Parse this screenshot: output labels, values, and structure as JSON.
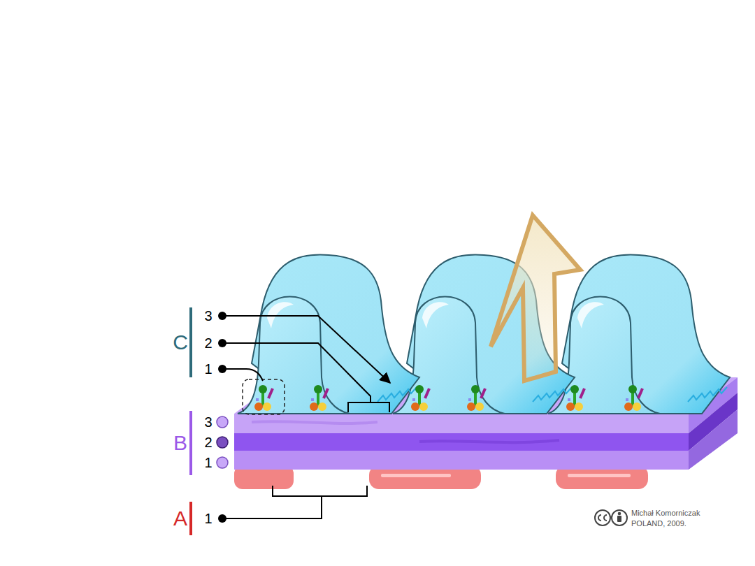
{
  "diagram": {
    "labels": [
      "C",
      "3",
      "2",
      "1",
      "B",
      "3",
      "2",
      "1",
      "A",
      "1",
      "Michał Komorniczak",
      "POLAND, 2009."
    ]
  }
}
